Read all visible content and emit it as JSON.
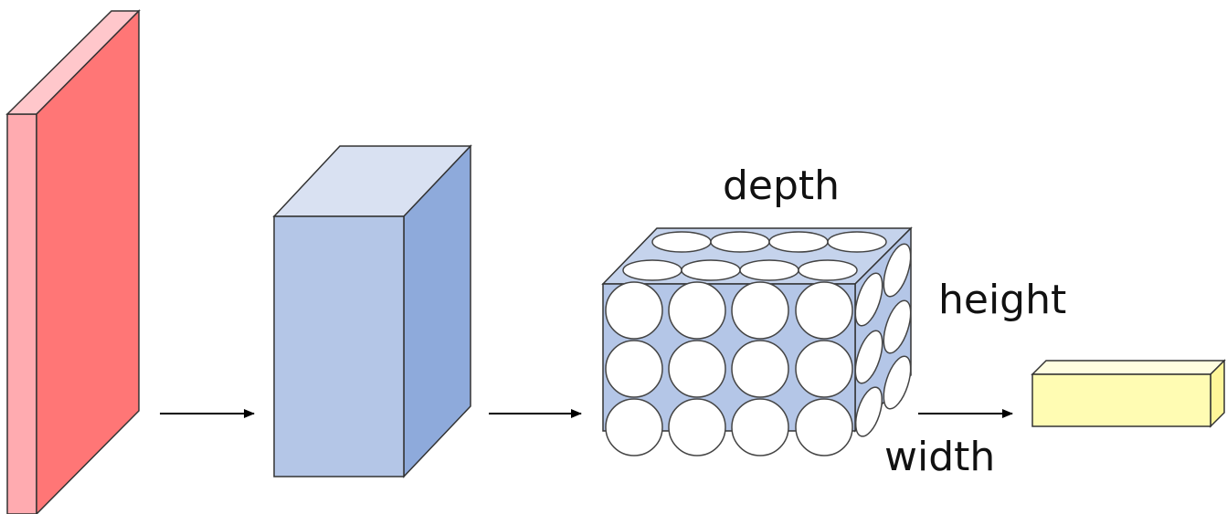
{
  "labels": {
    "depth": "depth",
    "height": "height",
    "width": "width"
  },
  "colors": {
    "input_front": "#ff7676",
    "input_side": "#ffabb0",
    "block_front": "#b4c6e7",
    "block_side": "#8eaadb",
    "block_top": "#d9e1f2",
    "neuron_cube": "#b4c6e7",
    "output_front": "#fffcb3",
    "output_top": "#fffee0",
    "output_side": "#fff699",
    "stroke": "#333333"
  }
}
